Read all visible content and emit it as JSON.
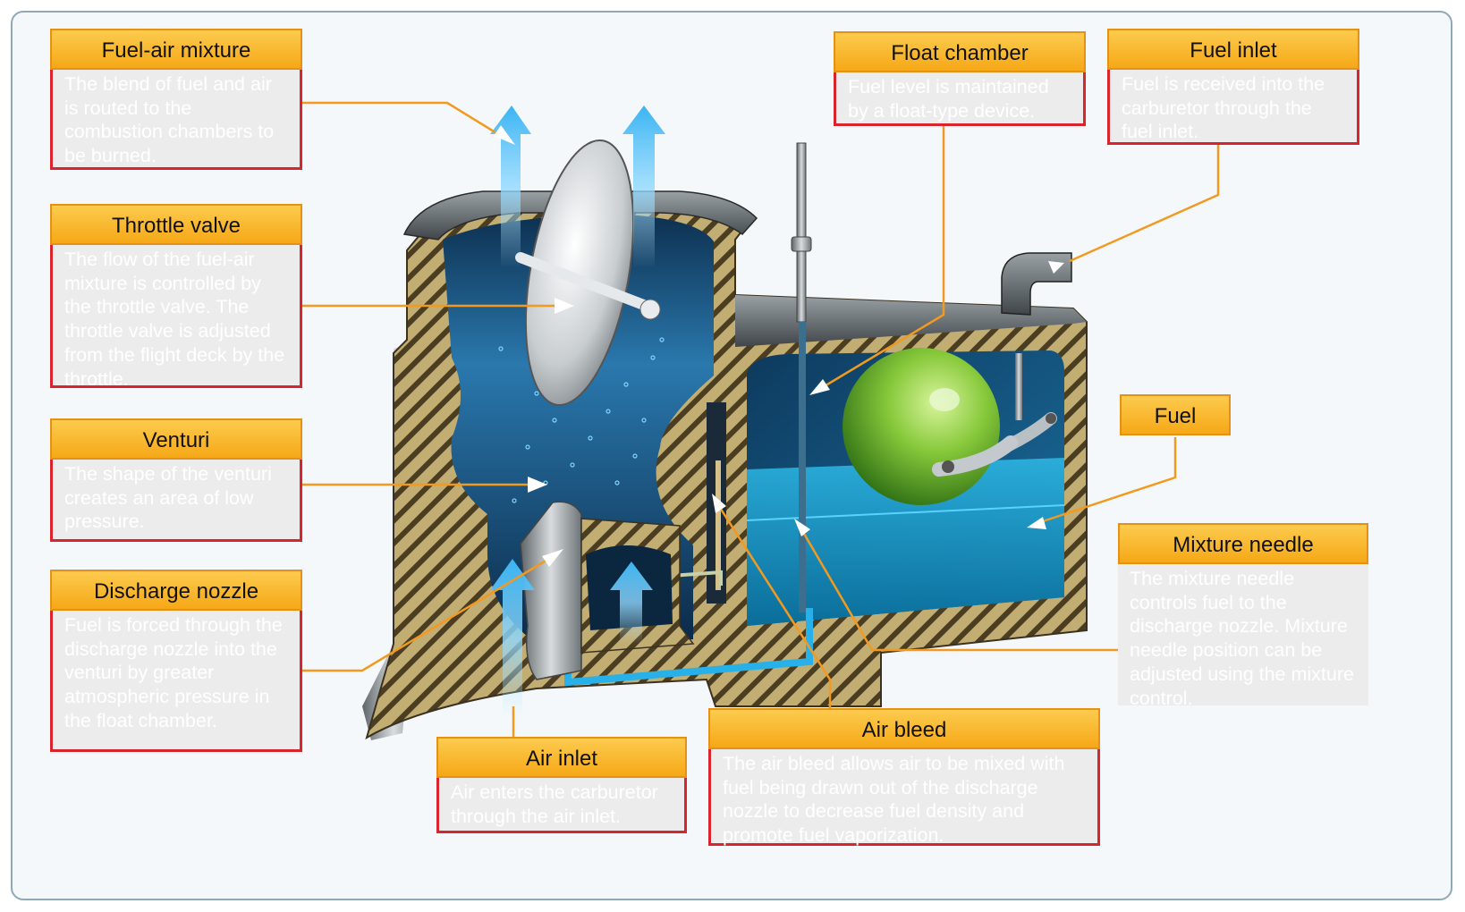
{
  "callouts": {
    "fuel_air_mixture": {
      "title": "Fuel-air mixture",
      "text": "The blend of fuel and air is routed to the combustion chambers to be burned."
    },
    "throttle_valve": {
      "title": "Throttle valve",
      "text": "The flow of the fuel-air mixture is controlled by the throttle valve. The throttle valve is adjusted from the flight deck by the throttle."
    },
    "venturi": {
      "title": "Venturi",
      "text": "The shape of the venturi creates an area of low pressure."
    },
    "discharge_nozzle": {
      "title": "Discharge nozzle",
      "text": "Fuel is forced through the discharge nozzle into the venturi by greater atmospheric pressure in the float chamber."
    },
    "air_inlet": {
      "title": "Air inlet",
      "text": "Air enters the carburetor through the air inlet."
    },
    "float_chamber": {
      "title": "Float chamber",
      "text": "Fuel level is maintained by a float-type device."
    },
    "fuel_inlet": {
      "title": "Fuel inlet",
      "text": "Fuel is received into the carburetor through the fuel inlet."
    },
    "fuel": {
      "title": "Fuel"
    },
    "mixture_needle": {
      "title": "Mixture needle",
      "text": "The mixture needle controls fuel to the discharge nozzle. Mixture needle position can be adjusted using the mixture control."
    },
    "air_bleed": {
      "title": "Air bleed",
      "text": "The air bleed allows air to be mixed with fuel being drawn out of the discharge nozzle to decrease fuel density and promote fuel vaporization."
    }
  },
  "colors": {
    "label_fill": "#f6a817",
    "label_border": "#d8242c",
    "leader_line": "#f29a1f",
    "body_hatch": "#b59f62",
    "venturi_blue": "#1b5f93",
    "fuel_blue": "#1fa6d6",
    "float_green": "#8fd23e"
  }
}
